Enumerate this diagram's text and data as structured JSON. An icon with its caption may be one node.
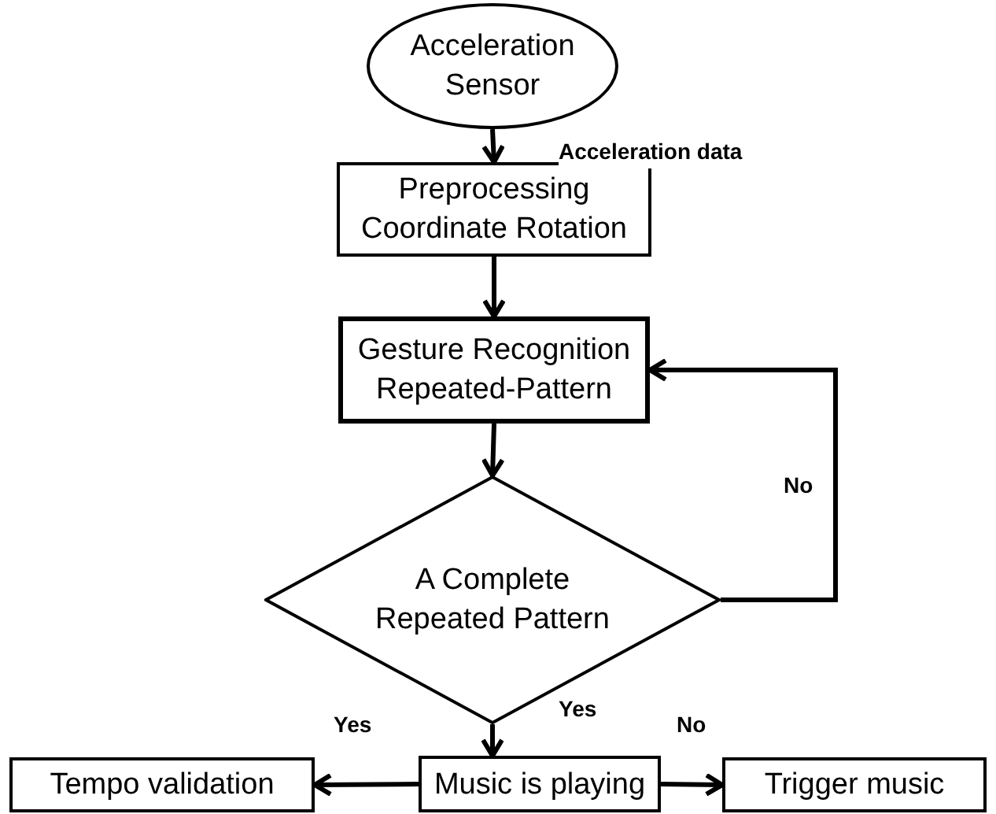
{
  "diagram": {
    "nodes": [
      {
        "text": [
          "Acceleration Sensor"
        ]
      },
      {
        "text": [
          "Preprocessing Coordinate Rotation"
        ]
      },
      {
        "text": [
          "Gesture Recognition Repeated-Pattern"
        ]
      },
      {
        "text": [
          "A Complete Repeated Pattern"
        ]
      },
      {
        "text": [
          "Music is playing"
        ]
      },
      {
        "text": [
          "Tempo validation"
        ]
      },
      {
        "text": [
          "Trigger music"
        ]
      }
    ],
    "edges": [
      {
        "from": 0,
        "to": 1,
        "arrow": "to",
        "label": "Acceleration data"
      },
      {
        "from": 1,
        "to": 2,
        "arrow": "to"
      },
      {
        "from": 2,
        "to": 3,
        "arrow": "to"
      },
      {
        "from": 3,
        "to": 2,
        "arrow": "to",
        "label": "No"
      },
      {
        "from": 3,
        "to": 4,
        "arrow": "to",
        "label": "Yes"
      },
      {
        "from": 4,
        "to": 5,
        "arrow": "to",
        "label": "Yes"
      },
      {
        "from": 4,
        "to": 6,
        "arrow": "to",
        "label": "No"
      }
    ]
  }
}
